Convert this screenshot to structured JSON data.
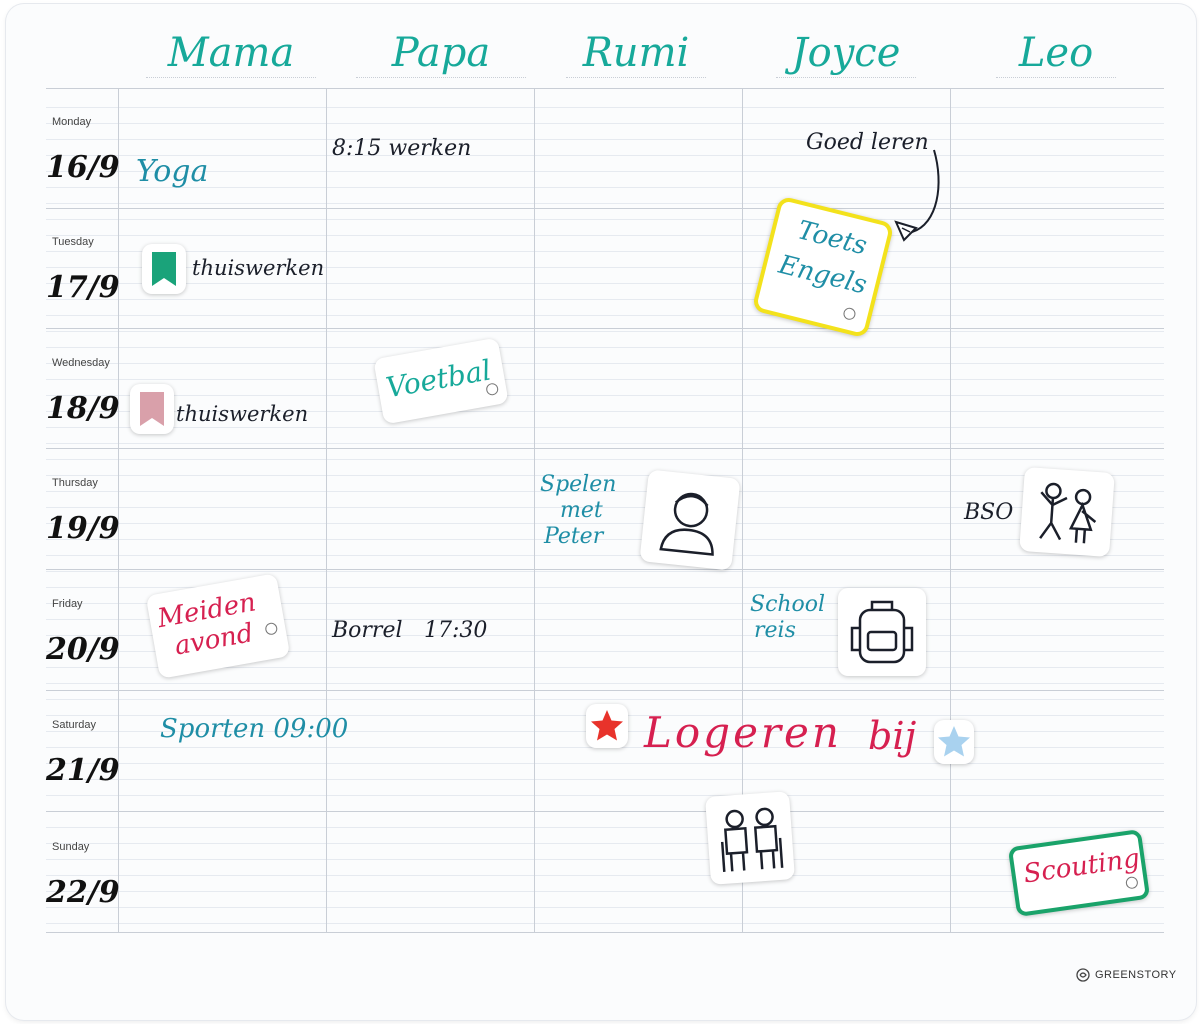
{
  "people": [
    "Mama",
    "Papa",
    "Rumi",
    "Joyce",
    "Leo"
  ],
  "days": [
    {
      "name": "Monday",
      "date": "16/9"
    },
    {
      "name": "Tuesday",
      "date": "17/9"
    },
    {
      "name": "Wednesday",
      "date": "18/9"
    },
    {
      "name": "Thursday",
      "date": "19/9"
    },
    {
      "name": "Friday",
      "date": "20/9"
    },
    {
      "name": "Saturday",
      "date": "21/9"
    },
    {
      "name": "Sunday",
      "date": "22/9"
    }
  ],
  "notes": {
    "yoga": "Yoga",
    "werken": "8:15 werken",
    "goed_leren": "Goed leren",
    "toets": "Toets",
    "engels": "Engels",
    "thuiswerken_tue": "thuiswerken",
    "thuiswerken_wed": "thuiswerken",
    "voetbal": "Voetbal",
    "spelen_1": "Spelen",
    "spelen_2": "met",
    "spelen_3": "Peter",
    "bso": "BSO",
    "meiden_1": "Meiden",
    "meiden_2": "avond",
    "borrel": "Borrel",
    "borrel_time": "17:30",
    "school_1": "School",
    "school_2": "reis",
    "sporten": "Sporten 09:00",
    "logeren": "Logeren",
    "bij": "bij",
    "scouting": "Scouting"
  },
  "brand": "GREENSTORY",
  "colors": {
    "teal": "#17a99a",
    "teal_blue": "#1f8ea6",
    "black_ink": "#1b1f2a",
    "red_ink": "#d62050",
    "green_frame": "#1aa36a",
    "yellow_frame": "#f3e21c",
    "pink_bookmark": "#d9a0aa",
    "green_bookmark": "#1aa37a",
    "red_star": "#e8332b",
    "blue_star": "#a9d2ef"
  }
}
